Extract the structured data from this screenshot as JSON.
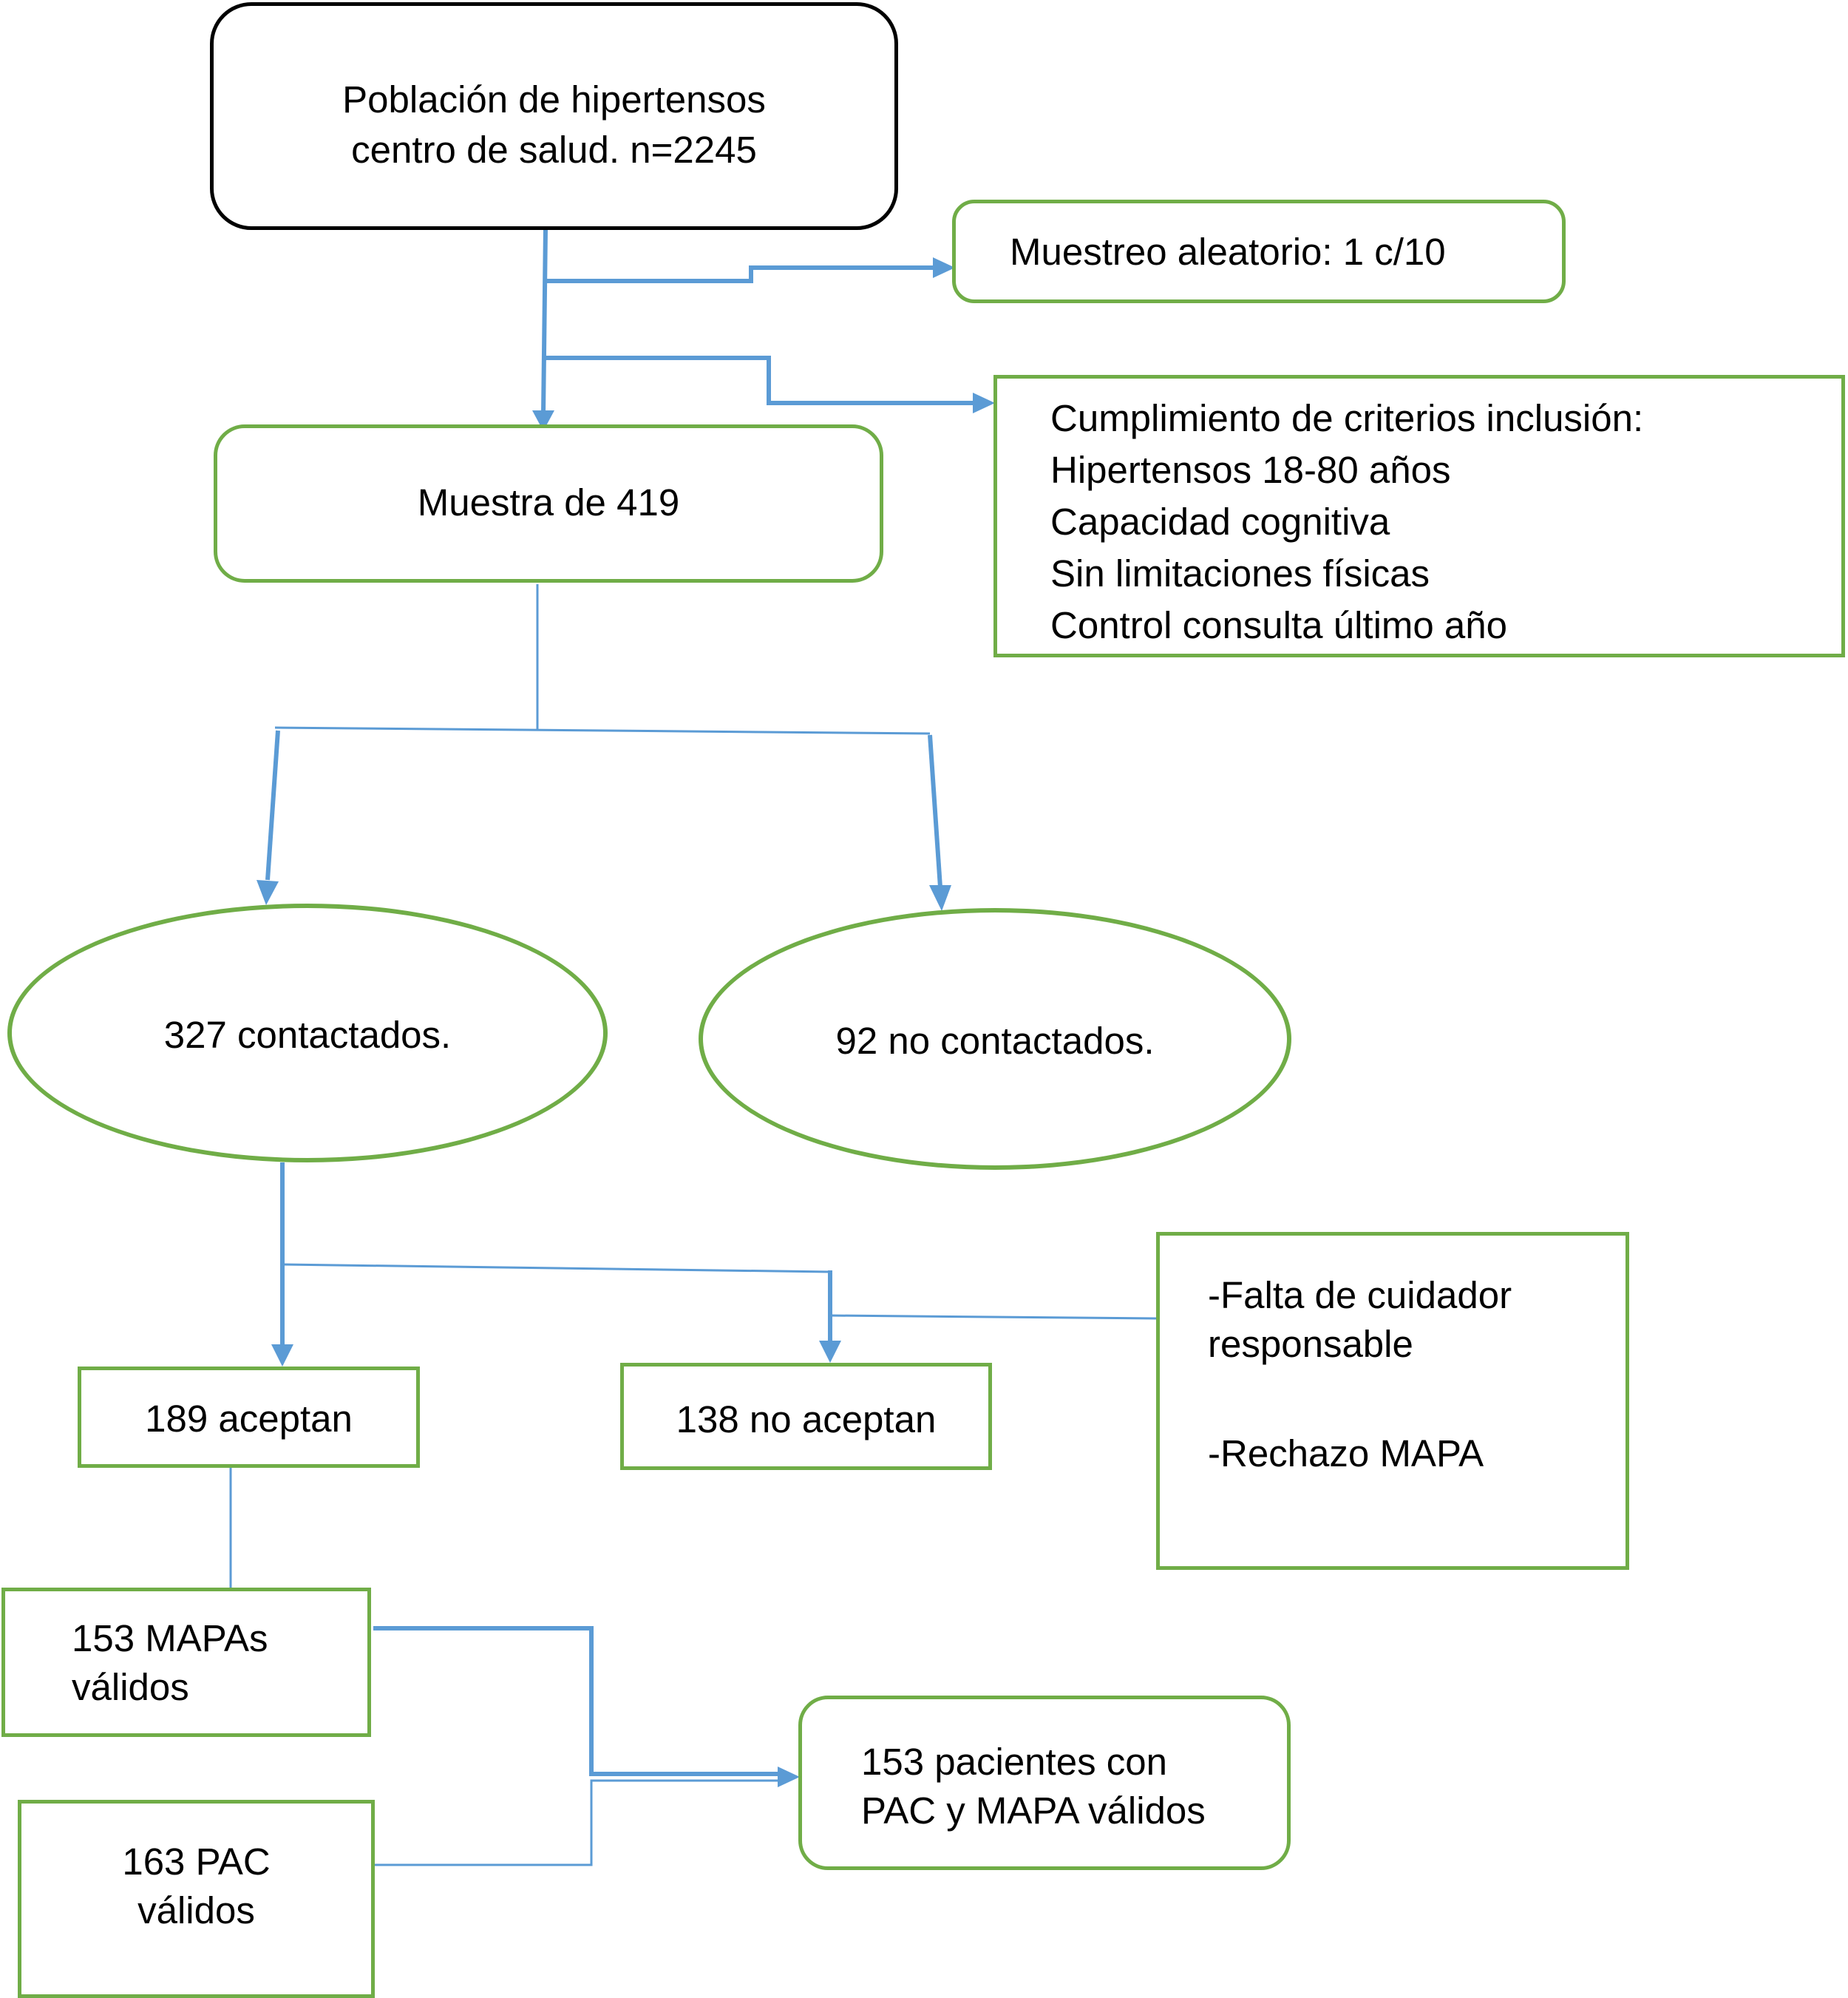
{
  "diagram": {
    "type": "flowchart",
    "colors": {
      "node_border_primary": "#000000",
      "node_border": "#70ad47",
      "connector": "#5b9bd5"
    },
    "nodes": {
      "population": {
        "lines": [
          "Población de hipertensos",
          "centro de salud. n=2245"
        ]
      },
      "random_sampling": {
        "text": "Muestreo aleatorio: 1 c/10"
      },
      "inclusion_criteria": {
        "lines": [
          "Cumplimiento de criterios inclusión:",
          "Hipertensos 18-80 años",
          "Capacidad cognitiva",
          "Sin limitaciones físicas",
          "Control consulta último año"
        ]
      },
      "sample": {
        "text": "Muestra de 419"
      },
      "contacted": {
        "text": "327 contactados."
      },
      "not_contacted": {
        "text": "92 no contactados."
      },
      "accept": {
        "text": "189 aceptan"
      },
      "not_accept": {
        "text": "138 no aceptan"
      },
      "refusal_reasons": {
        "lines": [
          "-Falta de cuidador",
          "responsable",
          "-Rechazo MAPA"
        ]
      },
      "valid_abpm": {
        "lines": [
          "153 MAPAs",
          "válidos"
        ]
      },
      "valid_opbm": {
        "lines": [
          "163 PAC",
          "válidos"
        ]
      },
      "final": {
        "lines": [
          "153 pacientes con",
          "PAC y MAPA válidos"
        ]
      }
    },
    "edges": [
      {
        "from": "population",
        "to": "random_sampling"
      },
      {
        "from": "population",
        "to": "inclusion_criteria"
      },
      {
        "from": "population",
        "to": "sample"
      },
      {
        "from": "sample",
        "to": "contacted"
      },
      {
        "from": "sample",
        "to": "not_contacted"
      },
      {
        "from": "contacted",
        "to": "accept"
      },
      {
        "from": "contacted",
        "to": "not_accept"
      },
      {
        "from": "refusal_reasons",
        "to": "not_accept"
      },
      {
        "from": "accept",
        "to": "valid_abpm"
      },
      {
        "from": "valid_abpm",
        "to": "final"
      },
      {
        "from": "valid_opbm",
        "to": "final"
      }
    ]
  }
}
